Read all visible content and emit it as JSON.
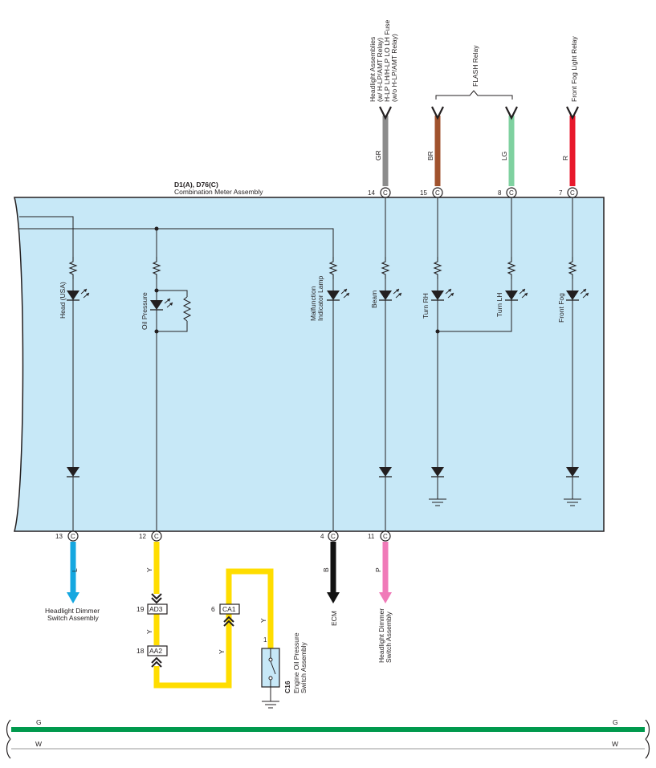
{
  "meter": {
    "connector_codes": "D1(A), D76(C)",
    "name": "Combination Meter Assembly",
    "pin_letter": "C"
  },
  "top_sources": {
    "headlight": [
      "Headlight Assemblies",
      "(w/ H-LP/AMT Relay)",
      "H-LP LH/H-LP LO LH Fuse",
      "(w/o H-LP/AMT Relay)"
    ],
    "flash_relay": "FLASH Relay",
    "front_fog_relay": "Front Fog Light Relay"
  },
  "top_wires": [
    {
      "color_code": "GR",
      "pin": "14",
      "color": "#8c8c8c"
    },
    {
      "color_code": "BR",
      "pin": "15",
      "color": "#a0522d"
    },
    {
      "color_code": "LG",
      "pin": "8",
      "color": "#7fd1a0"
    },
    {
      "color_code": "R",
      "pin": "7",
      "color": "#e8192c"
    }
  ],
  "indicators": {
    "head_usa": "Head (USA)",
    "oil_pressure": "Oil Pressure",
    "malfunction": [
      "Malfunction",
      "Indicator Lamp"
    ],
    "beam": "Beam",
    "turn_rh": "Turn RH",
    "turn_lh": "Turn LH",
    "front_fog": "Front Fog"
  },
  "bottom_wires": [
    {
      "pin": "13",
      "color_code": "L",
      "color": "#15a7e0"
    },
    {
      "pin": "12",
      "color_code": "Y",
      "color": "#ffdd00"
    },
    {
      "pin": "4",
      "color_code": "B",
      "color": "#111111"
    },
    {
      "pin": "11",
      "color_code": "P",
      "color": "#f07ab8"
    }
  ],
  "bottom_destinations": {
    "dimmer_left": [
      "Headlight Dimmer",
      "Switch Assembly"
    ],
    "ecm": "ECM",
    "dimmer_right": [
      "Headlight Dimmer",
      "Switch Assembly"
    ]
  },
  "oil_circuit": {
    "connectors": [
      {
        "pin": "19",
        "code": "AD3"
      },
      {
        "pin": "18",
        "code": "AA2"
      },
      {
        "pin": "6",
        "code": "CA1"
      }
    ],
    "wire_code": "Y",
    "switch_pin": "1",
    "switch_code": "C16",
    "switch_name": [
      "Engine Oil Pressure",
      "Switch Assembly"
    ]
  },
  "bus_lines": [
    {
      "code": "G",
      "color": "#00994d"
    },
    {
      "code": "W",
      "color": "#9a9a9a"
    }
  ]
}
